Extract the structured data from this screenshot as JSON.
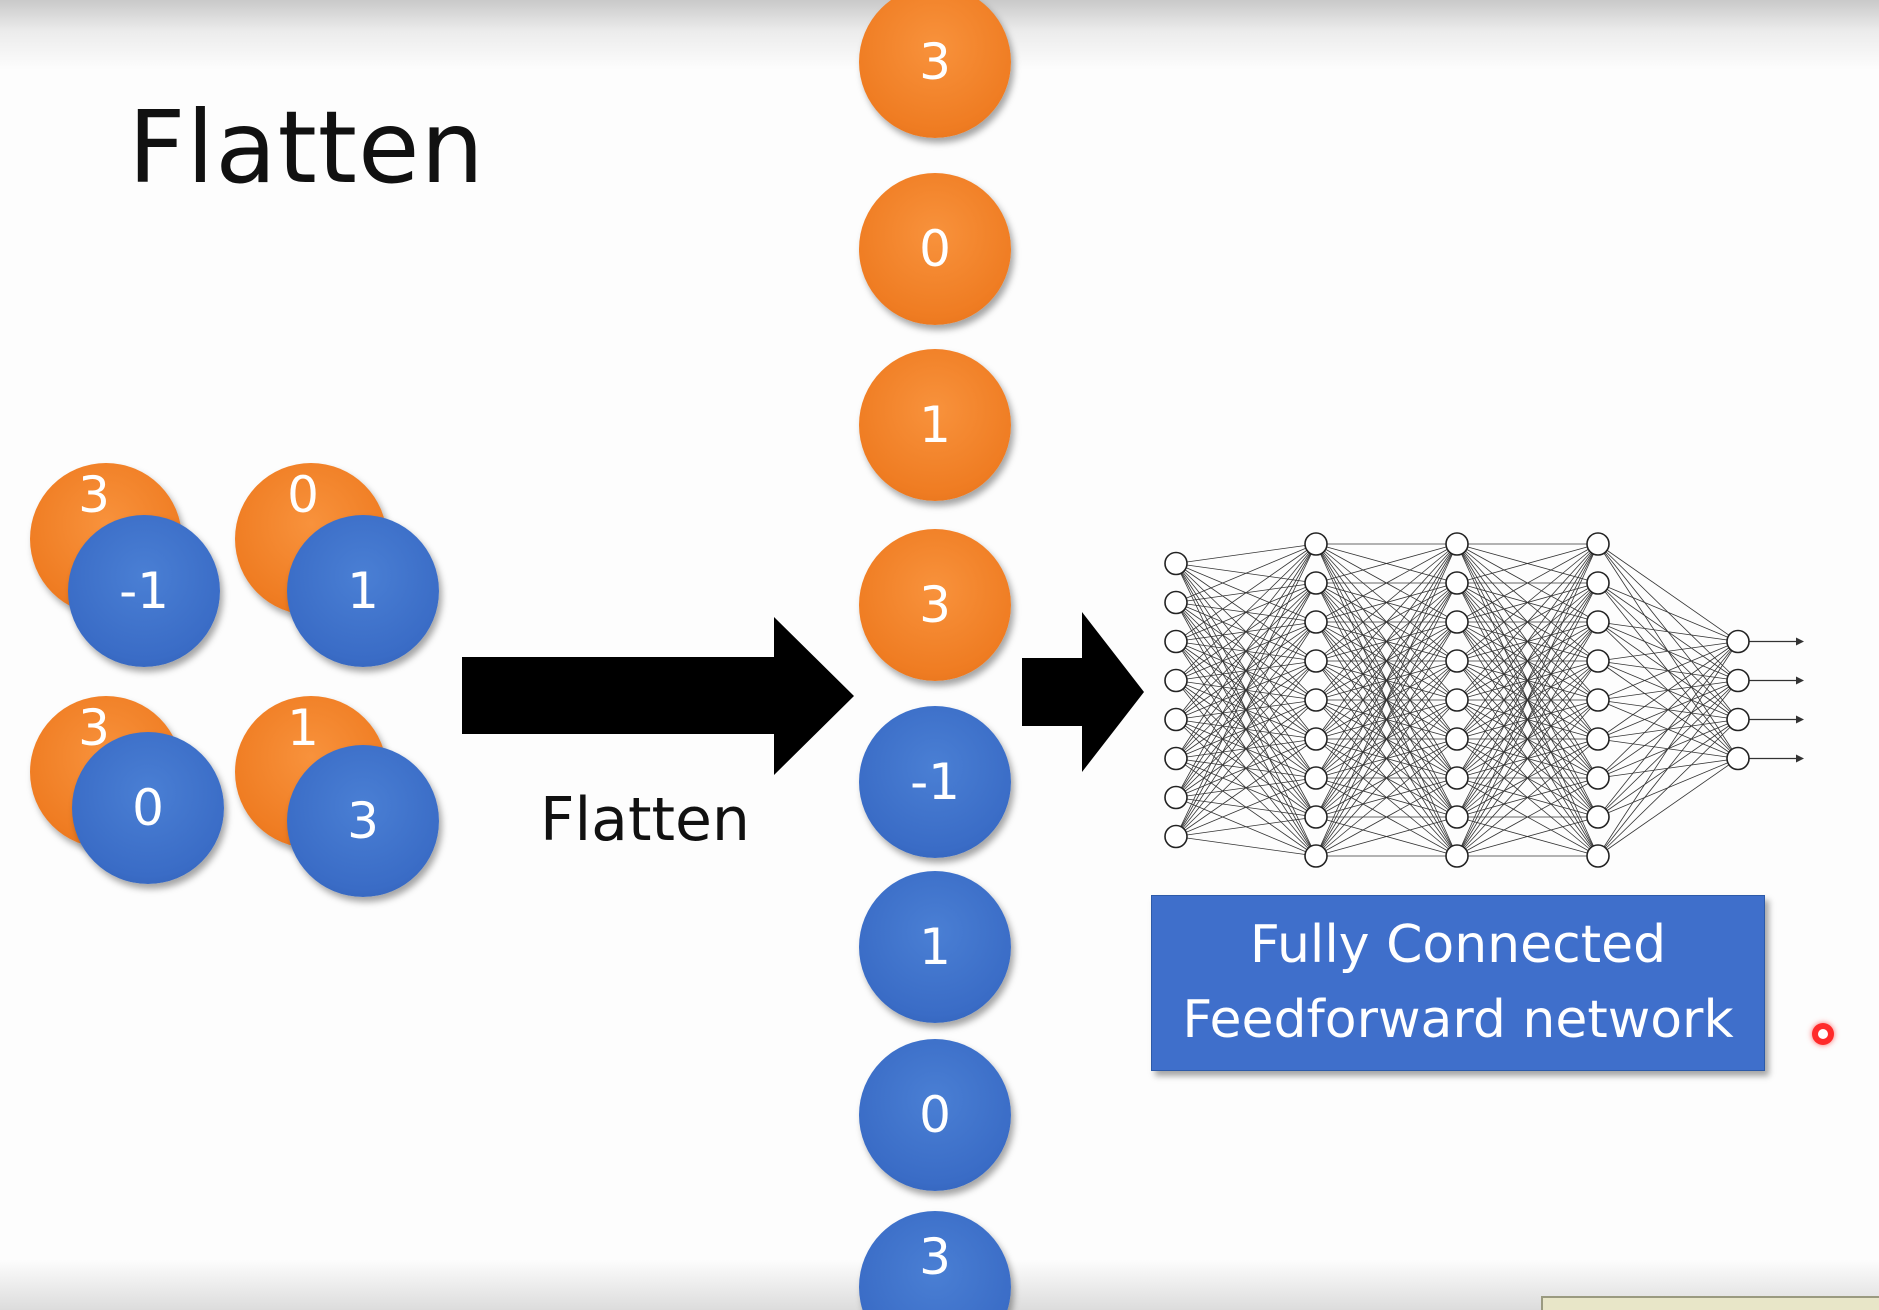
{
  "title": "Flatten",
  "arrow_label": "Flatten",
  "input_pairs": [
    {
      "orange": "3",
      "blue": "-1"
    },
    {
      "orange": "0",
      "blue": "1"
    },
    {
      "orange": "3",
      "blue": "0"
    },
    {
      "orange": "1",
      "blue": "3"
    }
  ],
  "flattened_vector": [
    {
      "value": "3",
      "color": "orange"
    },
    {
      "value": "0",
      "color": "orange"
    },
    {
      "value": "1",
      "color": "orange"
    },
    {
      "value": "3",
      "color": "orange"
    },
    {
      "value": "-1",
      "color": "blue"
    },
    {
      "value": "1",
      "color": "blue"
    },
    {
      "value": "0",
      "color": "blue"
    },
    {
      "value": "3",
      "color": "blue"
    }
  ],
  "network_box": {
    "line1": "Fully Connected",
    "line2": "Feedforward network"
  },
  "network_layers": [
    8,
    9,
    9,
    9,
    4
  ],
  "colors": {
    "orange": "#ef7c22",
    "blue": "#3a6cc6",
    "box": "#3f6fcb",
    "arrow": "#000000",
    "pointer": "#ff2a2a"
  }
}
